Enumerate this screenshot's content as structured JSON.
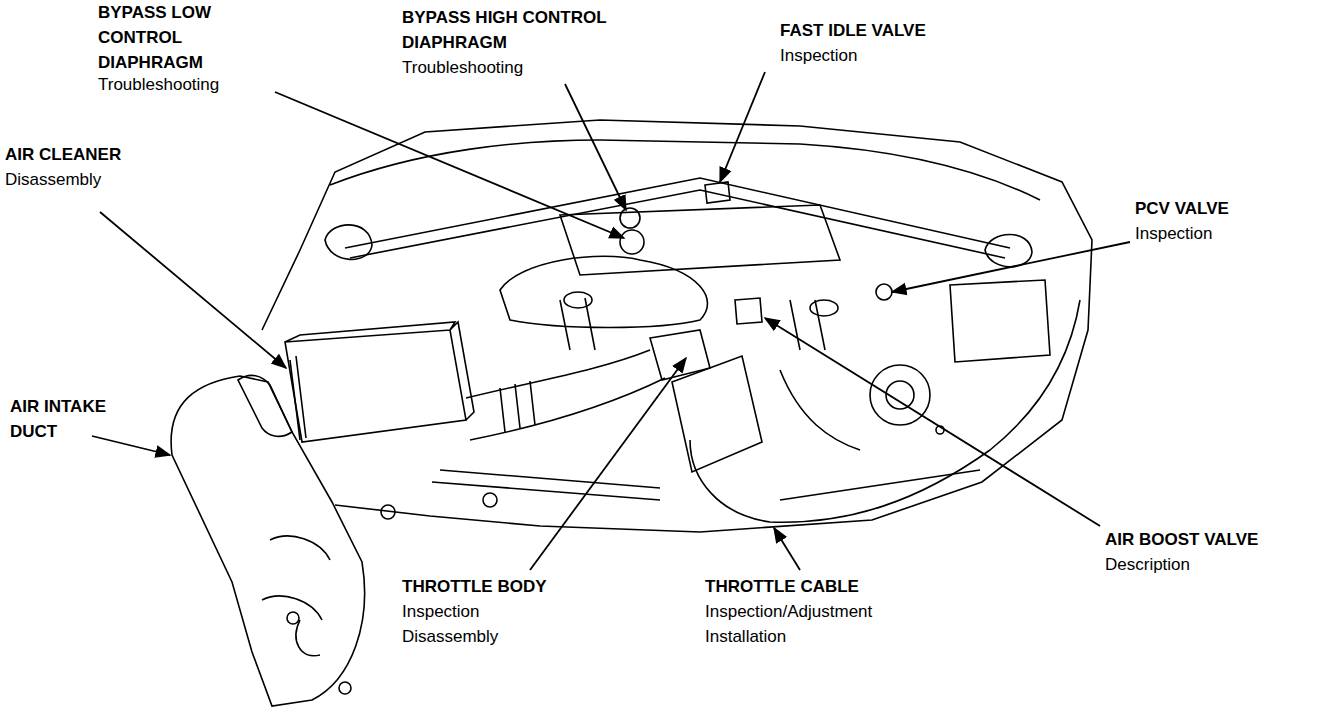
{
  "diagram": {
    "labels": [
      "BYPASS LOW CONTROL DIAPHRAGM",
      "Troubleshooting",
      "BYPASS HIGH CONTROL DIAPHRAGM",
      "Troubleshooting",
      "FAST IDLE VALVE",
      "Inspection",
      "AIR CLEANER",
      "Disassembly",
      "PCV VALVE",
      "Inspection",
      "AIR INTAKE DUCT",
      "THROTTLE BODY",
      "Inspection",
      "Disassembly",
      "THROTTLE CABLE",
      "Inspection/Adjustment",
      "Installation",
      "AIR BOOST VALVE",
      "Description"
    ]
  }
}
